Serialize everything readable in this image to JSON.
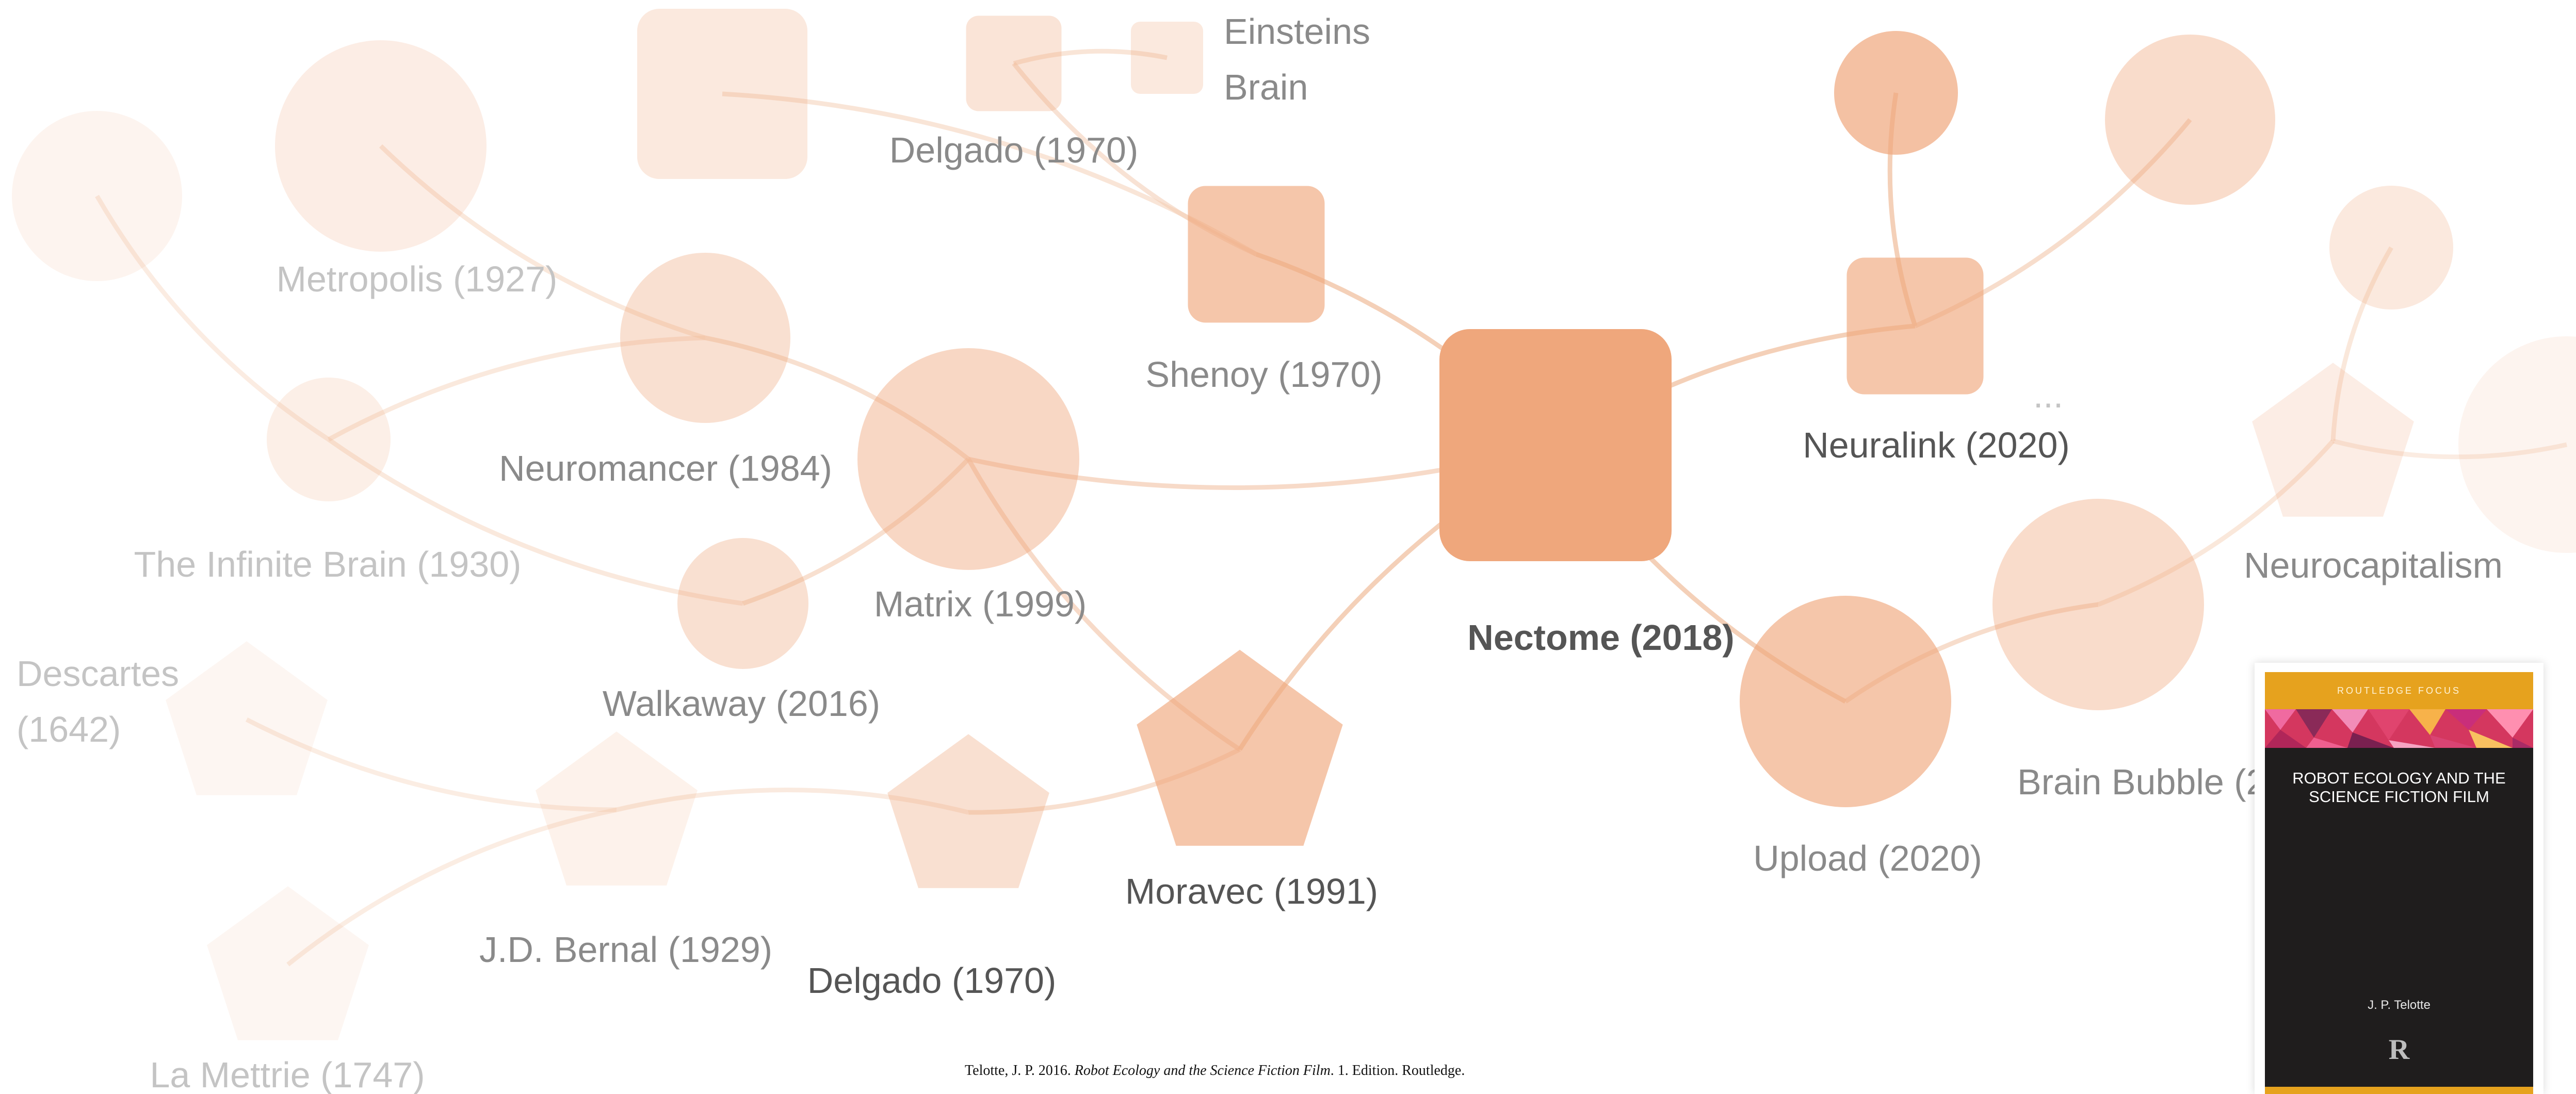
{
  "colors": {
    "accent": "#efa77c",
    "edge": "#f3cbb0",
    "label_strong": "#555555",
    "label_mid": "#8a8a8a",
    "label_faint": "#c4c4c4"
  },
  "nodes": [
    {
      "id": "nectome",
      "shape": "rounded-square",
      "label": "Nectome (2018)",
      "bold": true,
      "opacity": 1.0
    },
    {
      "id": "shenoy",
      "shape": "rounded-square",
      "label": "Shenoy (1970)",
      "opacity": 0.65
    },
    {
      "id": "delgado-top",
      "shape": "rounded-square",
      "label": "Delgado (1970)",
      "opacity": 0.3
    },
    {
      "id": "einsteins-brain",
      "shape": "rounded-square",
      "label": "Einsteins Brain",
      "opacity": 0.25
    },
    {
      "id": "top-square-unlabeled",
      "shape": "rounded-square",
      "label": "",
      "opacity": 0.25
    },
    {
      "id": "metropolis",
      "shape": "circle",
      "label": "Metropolis (1927)",
      "opacity": 0.2
    },
    {
      "id": "far-left-circle",
      "shape": "circle",
      "label": "",
      "opacity": 0.12
    },
    {
      "id": "neuromancer",
      "shape": "circle",
      "label": "Neuromancer (1984)",
      "opacity": 0.35
    },
    {
      "id": "infinite-brain",
      "shape": "circle",
      "label": "The Infinite Brain (1930)",
      "opacity": 0.18
    },
    {
      "id": "matrix",
      "shape": "circle",
      "label": "Matrix (1999)",
      "opacity": 0.45
    },
    {
      "id": "walkaway",
      "shape": "circle",
      "label": "Walkaway (2016)",
      "opacity": 0.35
    },
    {
      "id": "moravec",
      "shape": "pentagon",
      "label": "Moravec (1991)",
      "opacity": 0.65
    },
    {
      "id": "delgado-bottom",
      "shape": "pentagon",
      "label": "Delgado (1970)",
      "opacity": 0.35
    },
    {
      "id": "bernal",
      "shape": "pentagon",
      "label": "J.D. Bernal (1929)",
      "opacity": 0.15
    },
    {
      "id": "descartes",
      "shape": "pentagon",
      "label": "Descartes (1642)",
      "opacity": 0.1
    },
    {
      "id": "la-mettrie",
      "shape": "pentagon",
      "label": "La Mettrie (1747)",
      "opacity": 0.1
    },
    {
      "id": "neuralink",
      "shape": "rounded-square",
      "label": "Neuralink (2020)",
      "opacity": 0.65
    },
    {
      "id": "neuralink-child-a",
      "shape": "circle",
      "label": "",
      "opacity": 0.7
    },
    {
      "id": "neuralink-child-b",
      "shape": "circle",
      "label": "",
      "opacity": 0.4
    },
    {
      "id": "upload",
      "shape": "circle",
      "label": "Upload (2020)",
      "opacity": 0.65
    },
    {
      "id": "brain-bubble",
      "shape": "circle",
      "label": "Brain Bubble (2",
      "opacity": 0.4
    },
    {
      "id": "neurocapitalism",
      "shape": "pentagon",
      "label": "Neurocapitalism",
      "opacity": 0.2
    },
    {
      "id": "neurocap-child",
      "shape": "circle",
      "label": "",
      "opacity": 0.25
    },
    {
      "id": "right-edge-circle",
      "shape": "circle",
      "label": "",
      "opacity": 0.12
    }
  ],
  "edges": [
    [
      "nectome",
      "shenoy"
    ],
    [
      "nectome",
      "matrix"
    ],
    [
      "nectome",
      "moravec"
    ],
    [
      "nectome",
      "neuralink"
    ],
    [
      "nectome",
      "upload"
    ],
    [
      "shenoy",
      "delgado-top"
    ],
    [
      "shenoy",
      "top-square-unlabeled"
    ],
    [
      "delgado-top",
      "einsteins-brain"
    ],
    [
      "matrix",
      "neuromancer"
    ],
    [
      "matrix",
      "walkaway"
    ],
    [
      "matrix",
      "moravec"
    ],
    [
      "neuromancer",
      "metropolis"
    ],
    [
      "neuromancer",
      "infinite-brain"
    ],
    [
      "infinite-brain",
      "far-left-circle"
    ],
    [
      "infinite-brain",
      "walkaway"
    ],
    [
      "moravec",
      "delgado-bottom"
    ],
    [
      "delgado-bottom",
      "bernal"
    ],
    [
      "bernal",
      "descartes"
    ],
    [
      "bernal",
      "la-mettrie"
    ],
    [
      "neuralink",
      "neuralink-child-a"
    ],
    [
      "neuralink",
      "neuralink-child-b"
    ],
    [
      "upload",
      "brain-bubble"
    ],
    [
      "brain-bubble",
      "neurocapitalism"
    ],
    [
      "neurocapitalism",
      "neurocap-child"
    ],
    [
      "neurocapitalism",
      "right-edge-circle"
    ]
  ],
  "ellipsis": "...",
  "citation": {
    "prefix": "Telotte, J. P. 2016. ",
    "title": "Robot Ecology and the Science Fiction Film",
    "suffix": ". 1. Edition. Routledge."
  },
  "book": {
    "series": "ROUTLEDGE FOCUS",
    "title": "ROBOT ECOLOGY AND THE SCIENCE FICTION FILM",
    "author": "J. P. Telotte",
    "publisher_logo": "R"
  }
}
